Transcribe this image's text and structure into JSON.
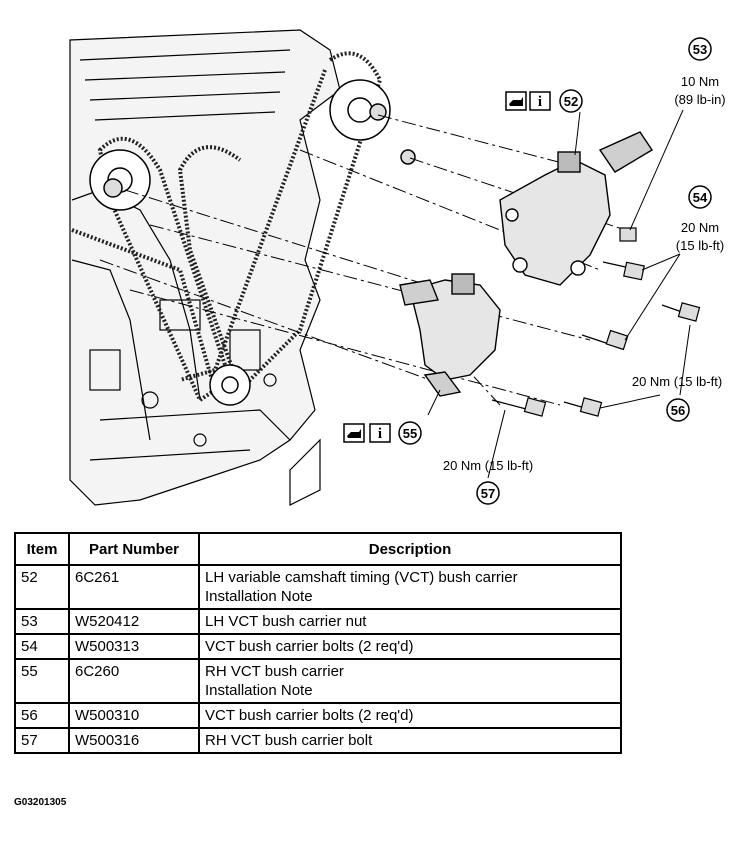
{
  "callouts": [
    {
      "id": "52",
      "torque": "",
      "torque_alt": ""
    },
    {
      "id": "53",
      "torque": "10 Nm",
      "torque_alt": "(89 lb-in)"
    },
    {
      "id": "54",
      "torque": "20 Nm",
      "torque_alt": "(15 lb-ft)"
    },
    {
      "id": "55",
      "torque": "",
      "torque_alt": ""
    },
    {
      "id": "56",
      "torque": "20 Nm (15 lb-ft)",
      "torque_alt": ""
    },
    {
      "id": "57",
      "torque": "20 Nm (15 lb-ft)",
      "torque_alt": ""
    }
  ],
  "icons": {
    "oil": "oil-can-icon",
    "info_label": "i"
  },
  "table": {
    "headers": [
      "Item",
      "Part Number",
      "Description"
    ],
    "rows": [
      {
        "item": "52",
        "part": "6C261",
        "desc": [
          "LH variable camshaft timing (VCT) bush carrier",
          "Installation Note"
        ]
      },
      {
        "item": "53",
        "part": "W520412",
        "desc": [
          "LH VCT bush carrier nut"
        ]
      },
      {
        "item": "54",
        "part": "W500313",
        "desc": [
          "VCT bush carrier bolts (2 req'd)"
        ]
      },
      {
        "item": "55",
        "part": "6C260",
        "desc": [
          "RH VCT bush carrier",
          "Installation Note"
        ]
      },
      {
        "item": "56",
        "part": "W500310",
        "desc": [
          "VCT bush carrier bolts (2 req'd)"
        ]
      },
      {
        "item": "57",
        "part": "W500316",
        "desc": [
          "RH VCT bush carrier bolt"
        ]
      }
    ]
  },
  "figure_id": "G03201305"
}
